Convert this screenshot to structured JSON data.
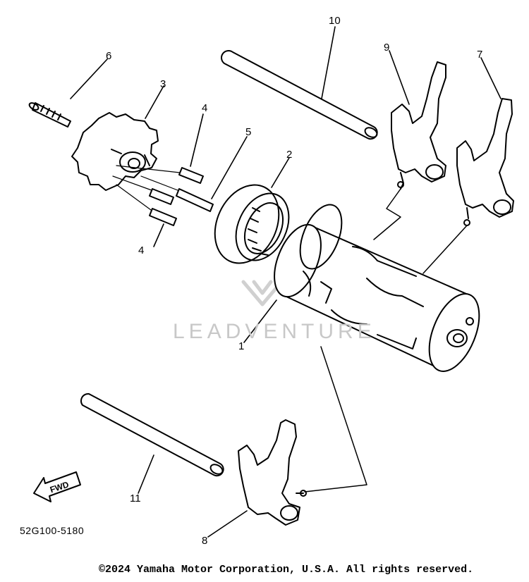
{
  "diagram": {
    "callouts": {
      "p1": "1",
      "p2": "2",
      "p3": "3",
      "p4a": "4",
      "p4b": "4",
      "p5": "5",
      "p6": "6",
      "p7": "7",
      "p8": "8",
      "p9": "9",
      "p10": "10",
      "p11": "11"
    },
    "fwd_label": "FWD",
    "diagram_code": "52G100-5180",
    "watermark": "LEADVENTURE"
  },
  "footer": {
    "copyright": "©2024 Yamaha Motor Corporation, U.S.A. All rights reserved."
  }
}
